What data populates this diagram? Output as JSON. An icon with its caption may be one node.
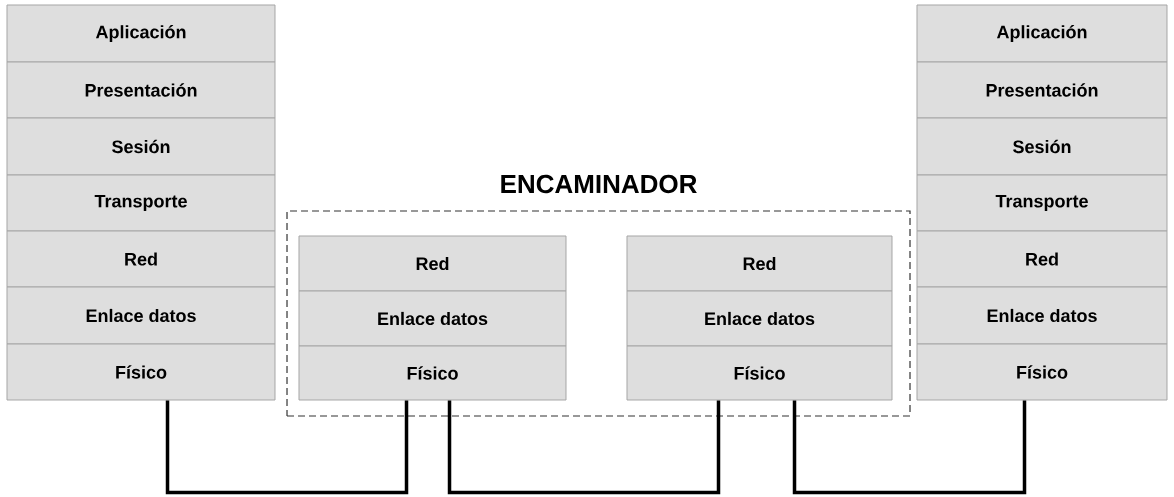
{
  "diagram": {
    "nodes": [
      {
        "text": [
          "Aplicación"
        ]
      },
      {
        "text": [
          "Presentación"
        ]
      },
      {
        "text": [
          "Sesión"
        ]
      },
      {
        "text": [
          "Transporte"
        ]
      },
      {
        "text": [
          "Red"
        ]
      },
      {
        "text": [
          "Enlace datos"
        ]
      },
      {
        "text": [
          "Físico"
        ]
      },
      {
        "text": [
          "ENCAMINADOR"
        ]
      },
      {
        "text": [
          "Red"
        ],
        "in": 7
      },
      {
        "text": [
          "Enlace datos"
        ],
        "in": 7
      },
      {
        "text": [
          "Físico"
        ],
        "in": 7
      },
      {
        "text": [
          "Red"
        ],
        "in": 7
      },
      {
        "text": [
          "Enlace datos"
        ],
        "in": 7
      },
      {
        "text": [
          "Físico"
        ],
        "in": 7
      },
      {
        "text": [
          "Aplicación"
        ]
      },
      {
        "text": [
          "Presentación"
        ]
      },
      {
        "text": [
          "Sesión"
        ]
      },
      {
        "text": [
          "Transporte"
        ]
      },
      {
        "text": [
          "Red"
        ]
      },
      {
        "text": [
          "Enlace datos"
        ]
      },
      {
        "text": [
          "Físico"
        ]
      }
    ],
    "edges": [
      {
        "from": 6,
        "to": 10,
        "arrow": "none"
      },
      {
        "from": 10,
        "to": 13,
        "arrow": "none"
      },
      {
        "from": 13,
        "to": 20,
        "arrow": "none"
      }
    ]
  }
}
